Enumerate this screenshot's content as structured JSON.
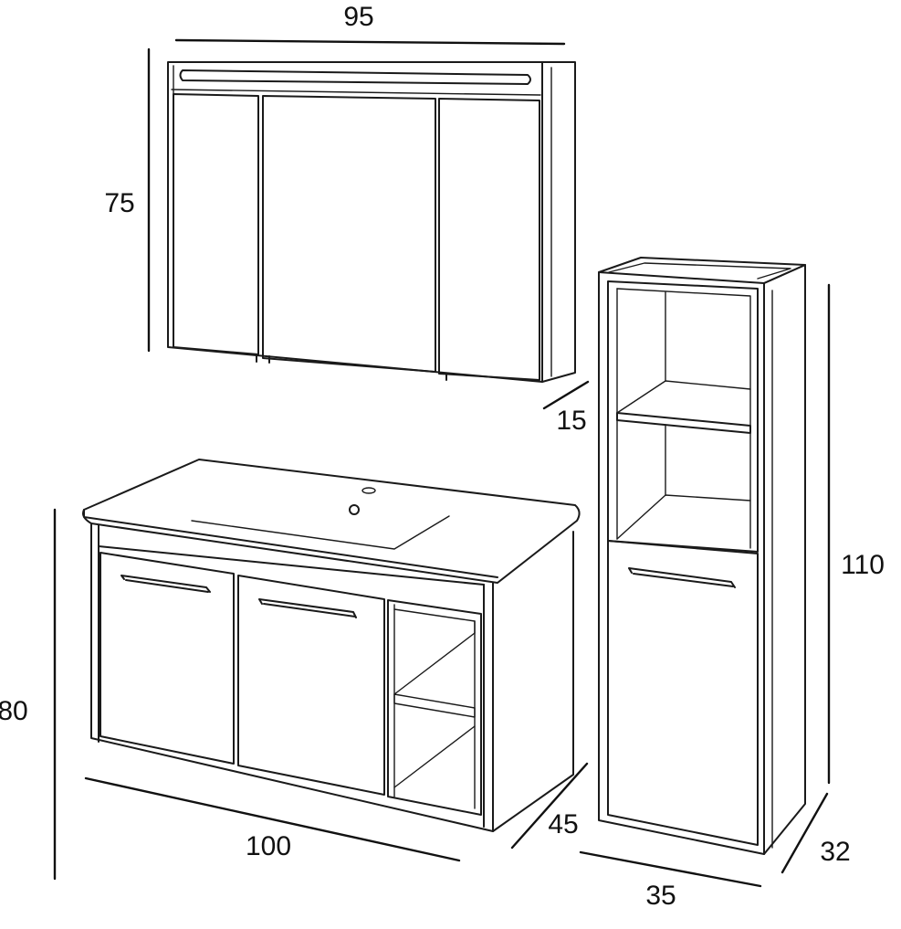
{
  "dimensions": {
    "mirror_width": "95",
    "mirror_height": "75",
    "mirror_depth": "15",
    "vanity_width": "100",
    "vanity_height": "80",
    "vanity_depth": "45",
    "tall_height": "110",
    "tall_width": "35",
    "tall_depth": "32"
  },
  "colors": {
    "line": "#1a1a1a",
    "background": "#ffffff"
  }
}
